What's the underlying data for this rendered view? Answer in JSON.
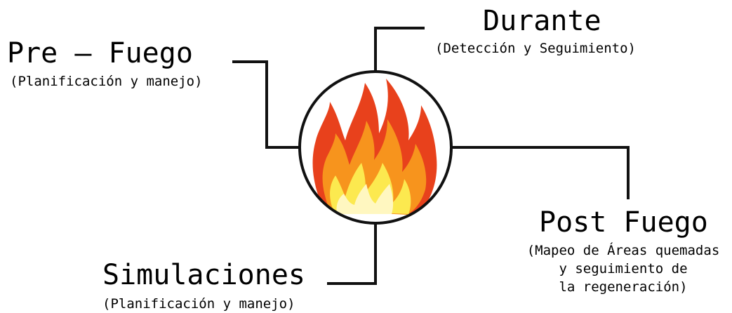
{
  "stages": {
    "pre": {
      "title": "Pre – Fuego",
      "subtitle": "(Planificación y manejo)"
    },
    "during": {
      "title": "Durante",
      "subtitle": "(Detección y Seguimiento)"
    },
    "post": {
      "title": "Post Fuego",
      "subtitle_lines": [
        "(Mapeo de Áreas quemadas",
        "y seguimiento de",
        "la regeneración)"
      ]
    },
    "simulations": {
      "title": "Simulaciones",
      "subtitle": "(Planificación y manejo)"
    }
  },
  "center_icon": "fire-icon",
  "colors": {
    "flame_outer": "#e8411c",
    "flame_mid": "#f7941d",
    "flame_inner": "#fce94f",
    "flame_core": "#fff7c0",
    "line": "#111111"
  }
}
